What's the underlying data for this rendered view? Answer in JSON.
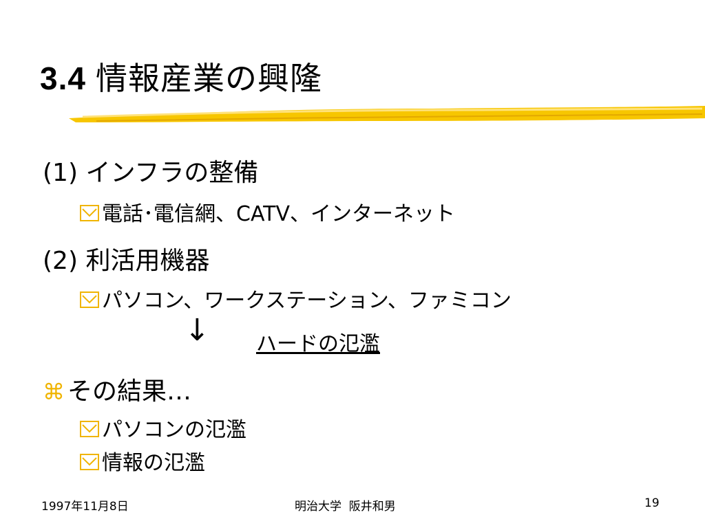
{
  "slide": {
    "title_number": "3.4",
    "title_text": "情報産業の興隆",
    "items": [
      {
        "text": "(1) インフラの整備"
      },
      {
        "text": "電話･電信網、CATV、インターネット"
      },
      {
        "text": "(2) 利活用機器"
      },
      {
        "text": "パソコン、ワークステーション、ファミコン"
      },
      {
        "text": "その結果…"
      },
      {
        "text": "パソコンの氾濫"
      },
      {
        "text": "情報の氾濫"
      }
    ],
    "arrow": "↓",
    "underlined_note": "ハードの氾濫",
    "bullet_symbol": "⌘"
  },
  "footer": {
    "date": "1997年11月8日",
    "author": "明治大学  阪井和男",
    "page_number": "19"
  },
  "colors": {
    "accent": "#f0b400",
    "text": "#000000"
  },
  "icons": {
    "sub_bullet": "checkbox-bullet-icon",
    "main_bullet": "command-bullet-icon"
  }
}
